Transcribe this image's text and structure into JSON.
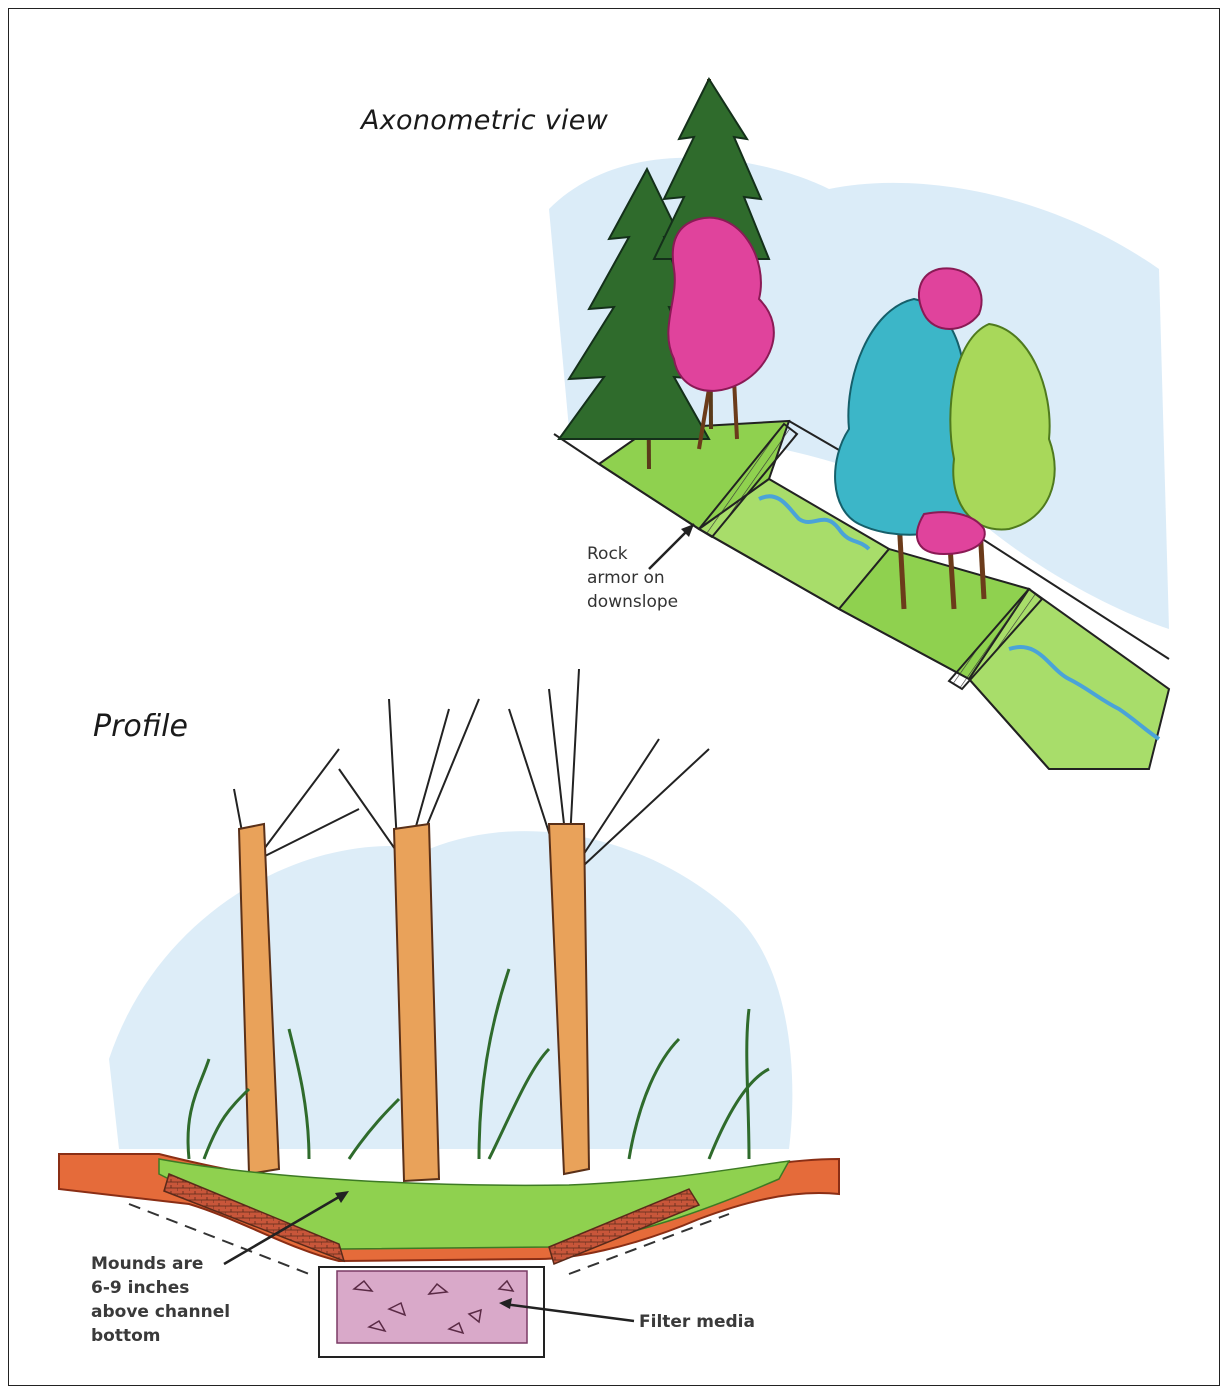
{
  "titles": {
    "axonometric": "Axonometric view",
    "profile": "Profile"
  },
  "callouts": {
    "rock_armor": "Rock\narmor on\ndownslope",
    "mounds": "Mounds are\n6-9 inches\nabove channel\nbottom",
    "filter_media": "Filter media"
  },
  "colors": {
    "grass": "#8fd14f",
    "conifer": "#2f6b2c",
    "magenta_foliage": "#e0439c",
    "teal_foliage": "#3cb6c8",
    "lime_foliage": "#a8d85a",
    "sky_wash": "#cfe6f5",
    "bark": "#e9a25a",
    "soil": "#e56b3a",
    "filter_media": "#d9a9c9",
    "water": "#4aa3d8"
  }
}
